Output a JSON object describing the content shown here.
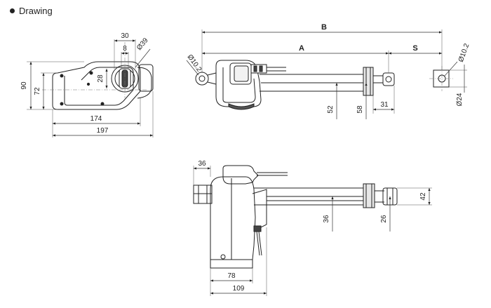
{
  "heading": {
    "bullet": "●",
    "title": "Drawing"
  },
  "colors": {
    "line": "#222222",
    "motor_fill": "#f2f2f2",
    "accent_dark": "#444444"
  },
  "views": {
    "end_view": {
      "dims": {
        "d30": "30",
        "d8": "8",
        "d39": "Ø39",
        "d90": "90",
        "d72": "72",
        "d28": "28",
        "d174": "174",
        "d197": "197"
      }
    },
    "side_view": {
      "dims": {
        "B": "B",
        "A": "A",
        "S": "S",
        "d10_2_left": "Ø10.2",
        "d10_2_right": "Ø10.2",
        "d52": "52",
        "d58": "58",
        "d31": "31",
        "d24": "Ø24"
      }
    },
    "top_view": {
      "dims": {
        "d36_top": "36",
        "d36_mid": "36",
        "d26": "26",
        "d42": "42",
        "d78": "78",
        "d109": "109"
      }
    }
  }
}
